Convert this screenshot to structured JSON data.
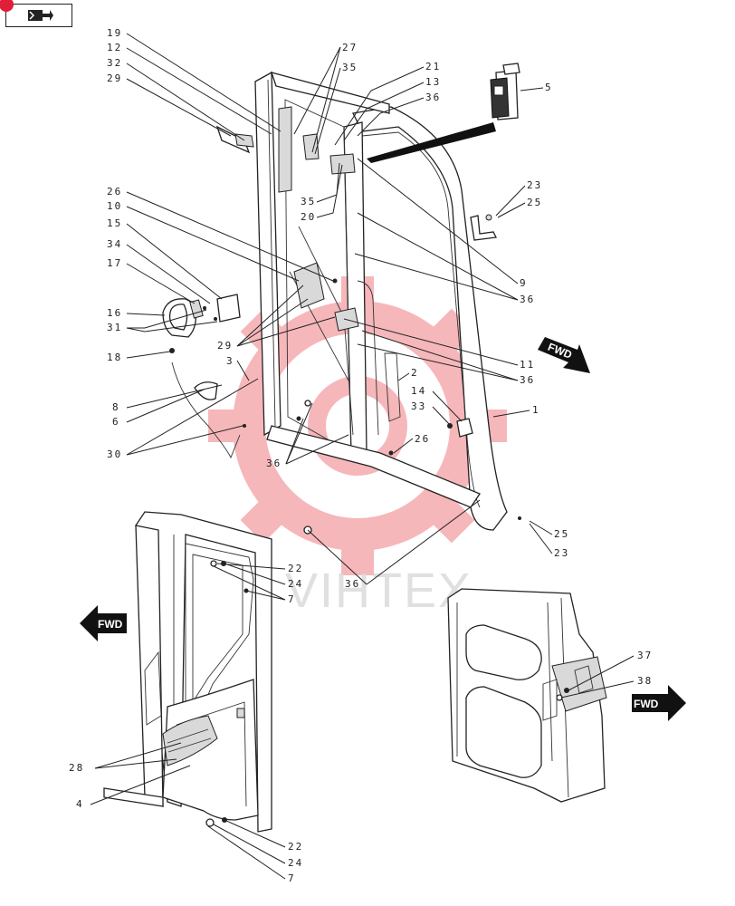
{
  "colors": {
    "accent_dot": "#e01e37",
    "watermark_gear": "#e8333c",
    "fwd_arrow": "#111111"
  },
  "nav_badge": {
    "icon": "book-arrow-icon"
  },
  "watermark": {
    "text": "VIHTEX"
  },
  "fwd_arrows": {
    "label": "FWD"
  },
  "callouts": {
    "c19": "19",
    "c12": "12",
    "c32": "32",
    "c29_top": "29",
    "c27": "27",
    "c35_top": "35",
    "c21": "21",
    "c13": "13",
    "c36_top": "36",
    "c5": "5",
    "c35_mid": "35",
    "c20": "20",
    "c26_left": "26",
    "c10": "10",
    "c15": "15",
    "c34": "34",
    "c17": "17",
    "c16": "16",
    "c31": "31",
    "c29_mid": "29",
    "c18": "18",
    "c3": "3",
    "c8": "8",
    "c6": "6",
    "c30": "30",
    "c36_low": "36",
    "c23_top": "23",
    "c25_top": "25",
    "c9": "9",
    "c36_r1": "36",
    "c11": "11",
    "c36_r2": "36",
    "c2": "2",
    "c14": "14",
    "c33": "33",
    "c1": "1",
    "c26_right": "26",
    "c25_bot": "25",
    "c23_bot": "23",
    "c36_bottom": "36",
    "c22_a": "22",
    "c24_a": "24",
    "c7_a": "7",
    "c28": "28",
    "c4": "4",
    "c22_b": "22",
    "c24_b": "24",
    "c7_b": "7",
    "c37": "37",
    "c38": "38"
  }
}
